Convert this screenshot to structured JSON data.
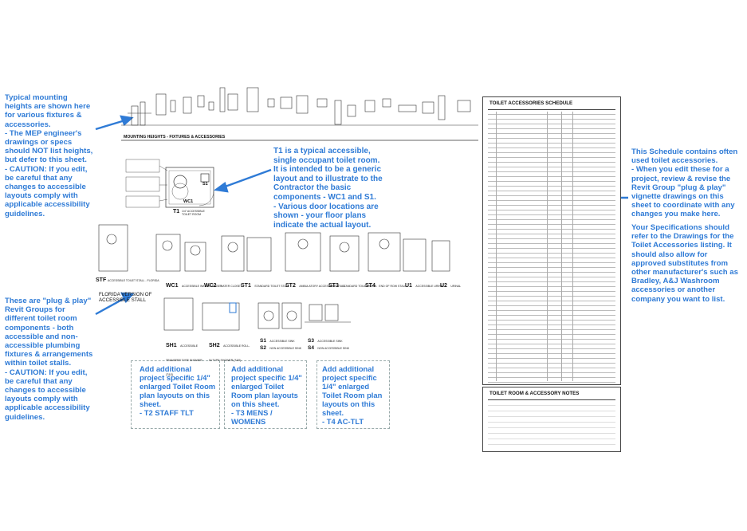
{
  "notes": {
    "left_top": "Typical mounting heights are shown here for various fixtures & accessories.\n- The MEP engineer's drawings or specs should NOT list heights, but defer to this sheet.\n- CAUTION:  If you edit, be careful that any changes to accessible layouts comply with applicable accessibility guidelines.",
    "center": "T1 is a typical accessible,  single occupant toilet room.  It is intended to be a generic layout and to illustrate to the Contractor the basic components - WC1 and S1.\n- Various door locations are  shown - your floor plans indicate the actual layout.",
    "left_bottom": "These are \"plug & play\" Revit Groups for different toilet room components - both accessible and non-accessible plumbing fixtures & arrangements within toilet stalls.\n- CAUTION:  If you edit, be careful that any changes to accessible layouts comply with applicable accessibility guidelines.",
    "right_top": "This Schedule contains often used toilet accessories.\n- When you edit these for a project, review & revise the Revit Group \"plug & play\" vignette drawings on this sheet to coordinate with any changes you make here.",
    "right_bottom": "Your Specifications should refer to the Drawings for the Toilet Accessories listing.  It should also allow for approved substitutes from other manufacturer's such as Bradley, A&J Washroom accessories or another company you want to list."
  },
  "placeholders": [
    "Add additional project specific 1/4\" enlarged Toilet Room plan layouts on this sheet.\n- T2 STAFF TLT",
    "Add additional project specific 1/4\" enlarged Toilet Room plan layouts on this sheet.\n- T3 MENS / WOMENS",
    "Add additional project specific 1/4\" enlarged Toilet Room plan layouts on this sheet.\n- T4 AC-TLT"
  ],
  "drawing": {
    "mounting_title": "MOUNTING HEIGHTS - FIXTURES & ACCESSORIES",
    "t1_label": "T1",
    "t1_sub": "1/4\" ACCESSIBLE TOILET ROOM",
    "wc1_tag": "WC1",
    "s1_tag": "S1",
    "florida": "FLORIDA VERSION OF ACCESSIBLE STALL",
    "stall_labels": [
      {
        "tag": "STF",
        "desc": "ACCESSIBLE TOILET STALL - FLORIDA"
      },
      {
        "tag": "WC1",
        "desc": "ACCESSIBLE WATER CLOSET"
      },
      {
        "tag": "WC2",
        "desc": "WATER CLOSET"
      },
      {
        "tag": "ST1",
        "desc": "STANDARD TOILET STALL"
      },
      {
        "tag": "ST2",
        "desc": "AMBULATORY ACCESSIBLE STALL"
      },
      {
        "tag": "ST3",
        "desc": "STANDARD TOILET STALL"
      },
      {
        "tag": "ST4",
        "desc": "END OF ROW STALL"
      },
      {
        "tag": "U1",
        "desc": "ACCESSIBLE URINAL"
      },
      {
        "tag": "U2",
        "desc": "URINAL"
      }
    ],
    "sink_labels": [
      {
        "tag": "SH1",
        "desc": "ACCESSIBLE TRANSFER TYPE SHOWER (T&S)"
      },
      {
        "tag": "SH2",
        "desc": "ACCESSIBLE ROLL-IN TYPE SHOWER (T&S)"
      },
      {
        "tag": "S1",
        "desc": "ACCESSIBLE SINK"
      },
      {
        "tag": "S2",
        "desc": "NON ACCESSIBLE SINK"
      },
      {
        "tag": "S3",
        "desc": "ACCESSIBLE SINK"
      },
      {
        "tag": "S4",
        "desc": "NON ACCESSIBLE SINK"
      }
    ]
  },
  "schedule": {
    "title": "TOILET ACCESSORIES SCHEDULE",
    "notes_title": "TOILET ROOM & ACCESSORY NOTES"
  },
  "colors": {
    "note_blue": "#2f7bd6",
    "arrow_blue": "#2f7bd6"
  }
}
